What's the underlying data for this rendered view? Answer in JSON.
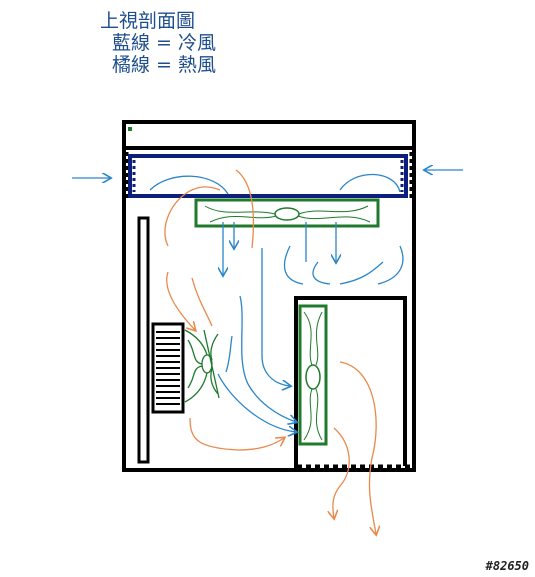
{
  "title": "上視剖面圖",
  "legend": {
    "blue": "藍線 = 冷風",
    "orange": "橘線 = 熱風"
  },
  "watermark": "#82650",
  "colors": {
    "case": "#000000",
    "radiator": "#0d1f7a",
    "fan": "#1f7a2c",
    "cold_air": "#2a86c9",
    "hot_air": "#e9894a",
    "title_text": "#1f4e8c"
  },
  "icons": [
    "cold-air-arrow",
    "hot-air-arrow",
    "fan-icon",
    "radiator-icon",
    "heatsink-icon",
    "gpu-fan-icon"
  ]
}
